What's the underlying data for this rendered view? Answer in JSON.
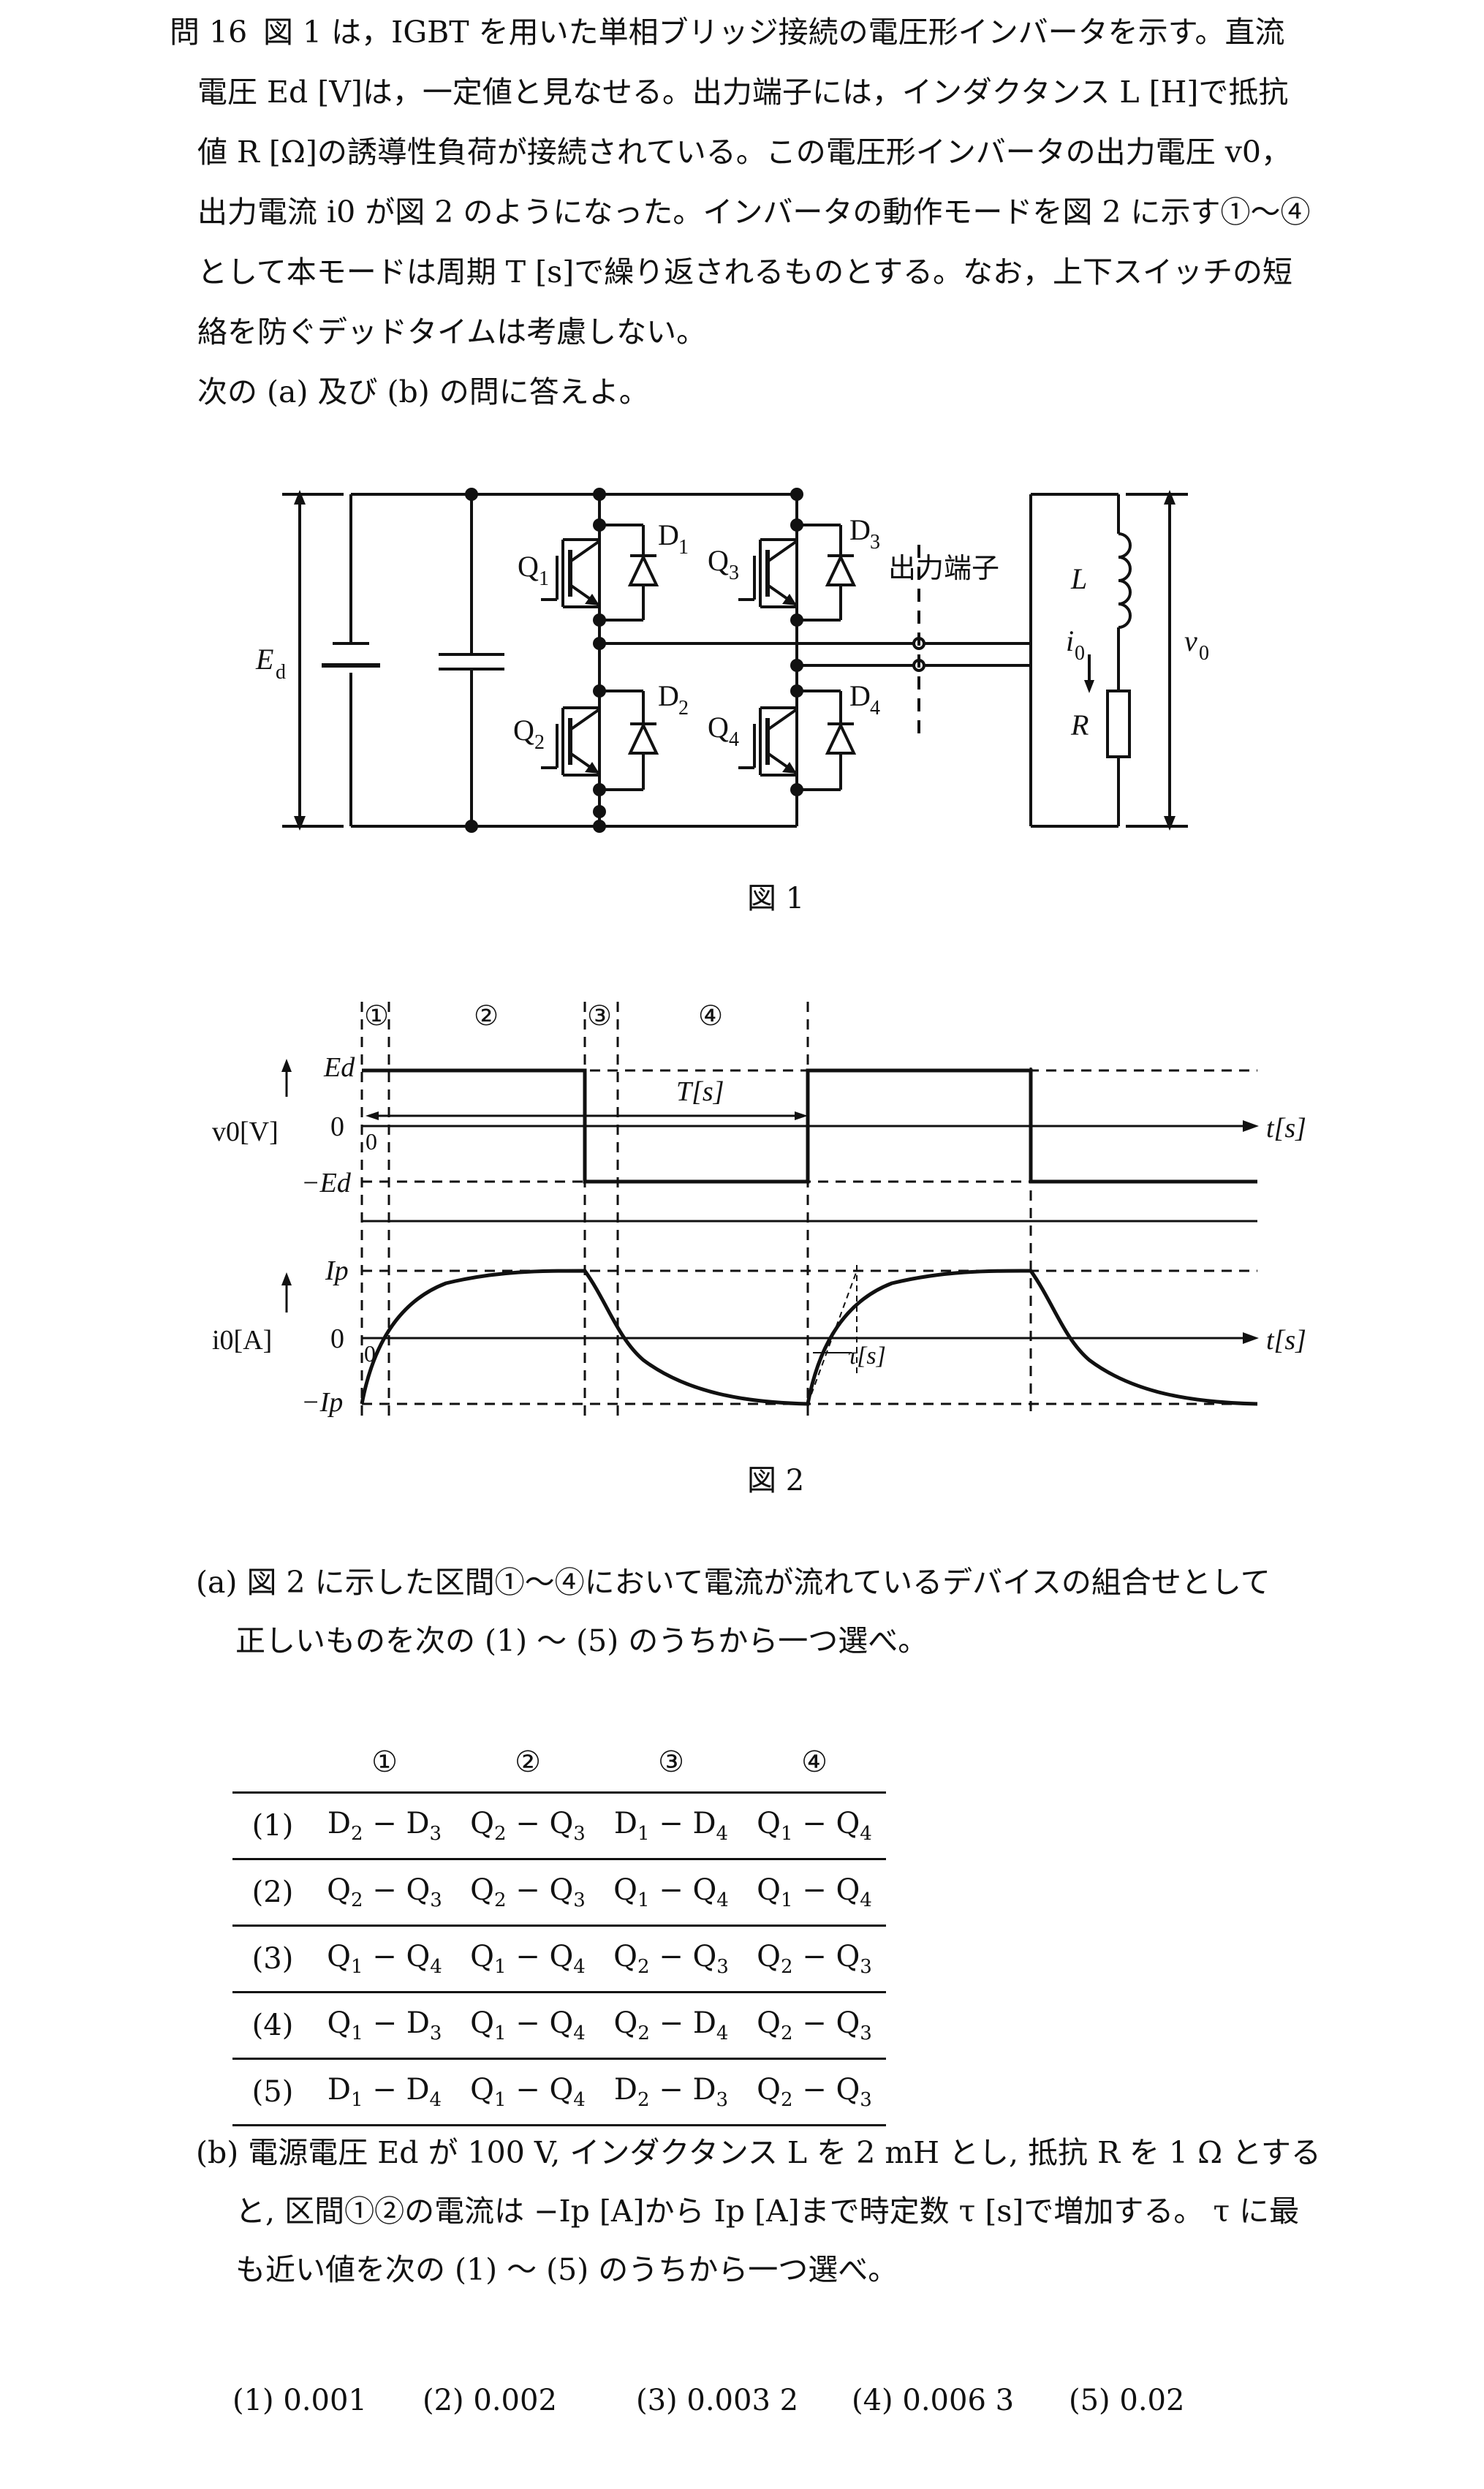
{
  "question": {
    "number": "問 16",
    "lines": [
      "図 1 は，IGBT を用いた単相ブリッジ接続の電圧形インバータを示す。直流",
      "電圧 Ed [V]は，一定値と見なせる。出力端子には，インダクタンス L [H]で抵抗",
      "値 R [Ω]の誘導性負荷が接続されている。この電圧形インバータの出力電圧 v0，",
      "出力電流 i0 が図 2 のようになった。インバータの動作モードを図 2 に示す①～④",
      "として本モードは周期 T [s]で繰り返されるものとする。なお，上下スイッチの短",
      "絡を防ぐデッドタイムは考慮しない。",
      "次の (a) 及び (b) の問に答えよ。"
    ]
  },
  "figure1": {
    "caption": "図 1",
    "labels": {
      "ed": "E",
      "ed_sub": "d",
      "q1": "Q",
      "q1_sub": "1",
      "q2": "Q",
      "q2_sub": "2",
      "q3": "Q",
      "q3_sub": "3",
      "q4": "Q",
      "q4_sub": "4",
      "d1": "D",
      "d1_sub": "1",
      "d2": "D",
      "d2_sub": "2",
      "d3": "D",
      "d3_sub": "3",
      "d4": "D",
      "d4_sub": "4",
      "output_terminal": "出力端子",
      "inductor": "L",
      "resistor": "R",
      "current": "i",
      "current_sub": "0",
      "voltage": "v",
      "voltage_sub": "0"
    }
  },
  "figure2": {
    "caption": "図 2",
    "modes": [
      "①",
      "②",
      "③",
      "④"
    ],
    "v_axis": {
      "label": "v0[V]",
      "top": "Ed",
      "zero": "0",
      "bottom": "−Ed",
      "origin": "0"
    },
    "i_axis": {
      "label": "i0[A]",
      "top": "Ip",
      "zero": "0",
      "bottom": "−Ip",
      "origin": "0"
    },
    "period_label": "T[s]",
    "tau_label": "τ[s]",
    "time_label": "t[s]"
  },
  "part_a": {
    "lines": [
      "(a)  図 2 に示した区間①～④において電流が流れているデバイスの組合せとして",
      "正しいものを次の (1) ～ (5) のうちから一つ選べ。"
    ],
    "table": {
      "headers": [
        "①",
        "②",
        "③",
        "④"
      ],
      "rows": [
        {
          "label": "(1)",
          "cells": [
            [
              "D",
              "2",
              "D",
              "3"
            ],
            [
              "Q",
              "2",
              "Q",
              "3"
            ],
            [
              "D",
              "1",
              "D",
              "4"
            ],
            [
              "Q",
              "1",
              "Q",
              "4"
            ]
          ]
        },
        {
          "label": "(2)",
          "cells": [
            [
              "Q",
              "2",
              "Q",
              "3"
            ],
            [
              "Q",
              "2",
              "Q",
              "3"
            ],
            [
              "Q",
              "1",
              "Q",
              "4"
            ],
            [
              "Q",
              "1",
              "Q",
              "4"
            ]
          ]
        },
        {
          "label": "(3)",
          "cells": [
            [
              "Q",
              "1",
              "Q",
              "4"
            ],
            [
              "Q",
              "1",
              "Q",
              "4"
            ],
            [
              "Q",
              "2",
              "Q",
              "3"
            ],
            [
              "Q",
              "2",
              "Q",
              "3"
            ]
          ]
        },
        {
          "label": "(4)",
          "cells": [
            [
              "Q",
              "1",
              "D",
              "3"
            ],
            [
              "Q",
              "1",
              "Q",
              "4"
            ],
            [
              "Q",
              "2",
              "D",
              "4"
            ],
            [
              "Q",
              "2",
              "Q",
              "3"
            ]
          ]
        },
        {
          "label": "(5)",
          "cells": [
            [
              "D",
              "1",
              "D",
              "4"
            ],
            [
              "Q",
              "1",
              "Q",
              "4"
            ],
            [
              "D",
              "2",
              "D",
              "3"
            ],
            [
              "Q",
              "2",
              "Q",
              "3"
            ]
          ]
        }
      ]
    }
  },
  "part_b": {
    "lines": [
      "(b)  電源電圧 Ed が 100 V, インダクタンス L を 2 mH とし, 抵抗 R を 1 Ω とする",
      "と, 区間①②の電流は −Ip [A]から Ip [A]まで時定数 τ [s]で増加する。 τ に最",
      "も近い値を次の (1) ～ (5) のうちから一つ選べ。"
    ],
    "answers": [
      {
        "label": "(1)",
        "value": "0.001"
      },
      {
        "label": "(2)",
        "value": "0.002"
      },
      {
        "label": "(3)",
        "value": "0.003 2"
      },
      {
        "label": "(4)",
        "value": "0.006 3"
      },
      {
        "label": "(5)",
        "value": "0.02"
      }
    ]
  }
}
